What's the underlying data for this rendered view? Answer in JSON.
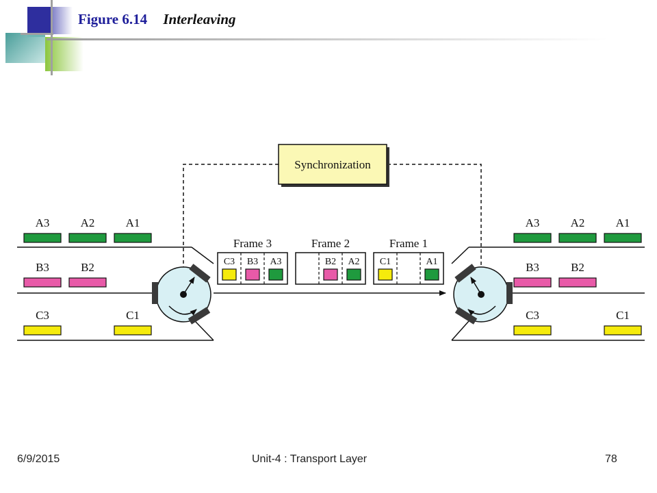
{
  "slide": {
    "figure_number": "Figure 6.14",
    "figure_title": "Interleaving"
  },
  "diagram": {
    "sync_label": "Synchronization",
    "frames": [
      {
        "label": "Frame 3",
        "cells": [
          {
            "label": "C3",
            "color": "#f5eb0c"
          },
          {
            "label": "B3",
            "color": "#e85aa8"
          },
          {
            "label": "A3",
            "color": "#1f9a3e"
          }
        ]
      },
      {
        "label": "Frame 2",
        "cells": [
          {
            "label": "",
            "color": null
          },
          {
            "label": "B2",
            "color": "#e85aa8"
          },
          {
            "label": "A2",
            "color": "#1f9a3e"
          }
        ]
      },
      {
        "label": "Frame 1",
        "cells": [
          {
            "label": "C1",
            "color": "#f5eb0c"
          },
          {
            "label": "",
            "color": null
          },
          {
            "label": "A1",
            "color": "#1f9a3e"
          }
        ]
      }
    ],
    "left": {
      "lineA": [
        {
          "label": "A3",
          "color": "#1f9a3e"
        },
        {
          "label": "A2",
          "color": "#1f9a3e"
        },
        {
          "label": "A1",
          "color": "#1f9a3e"
        }
      ],
      "lineB": [
        {
          "label": "B3",
          "color": "#e85aa8"
        },
        {
          "label": "B2",
          "color": "#e85aa8"
        }
      ],
      "lineC": [
        {
          "label": "C3",
          "color": "#f5eb0c"
        },
        {
          "label": "C1",
          "color": "#f5eb0c"
        }
      ]
    },
    "right": {
      "lineA": [
        {
          "label": "A3",
          "color": "#1f9a3e"
        },
        {
          "label": "A2",
          "color": "#1f9a3e"
        },
        {
          "label": "A1",
          "color": "#1f9a3e"
        }
      ],
      "lineB": [
        {
          "label": "B3",
          "color": "#e85aa8"
        },
        {
          "label": "B2",
          "color": "#e85aa8"
        }
      ],
      "lineC": [
        {
          "label": "C3",
          "color": "#f5eb0c"
        },
        {
          "label": "C1",
          "color": "#f5eb0c"
        }
      ]
    }
  },
  "footer": {
    "date": "6/9/2015",
    "course": "Unit-4 : Transport Layer",
    "page": "78"
  }
}
